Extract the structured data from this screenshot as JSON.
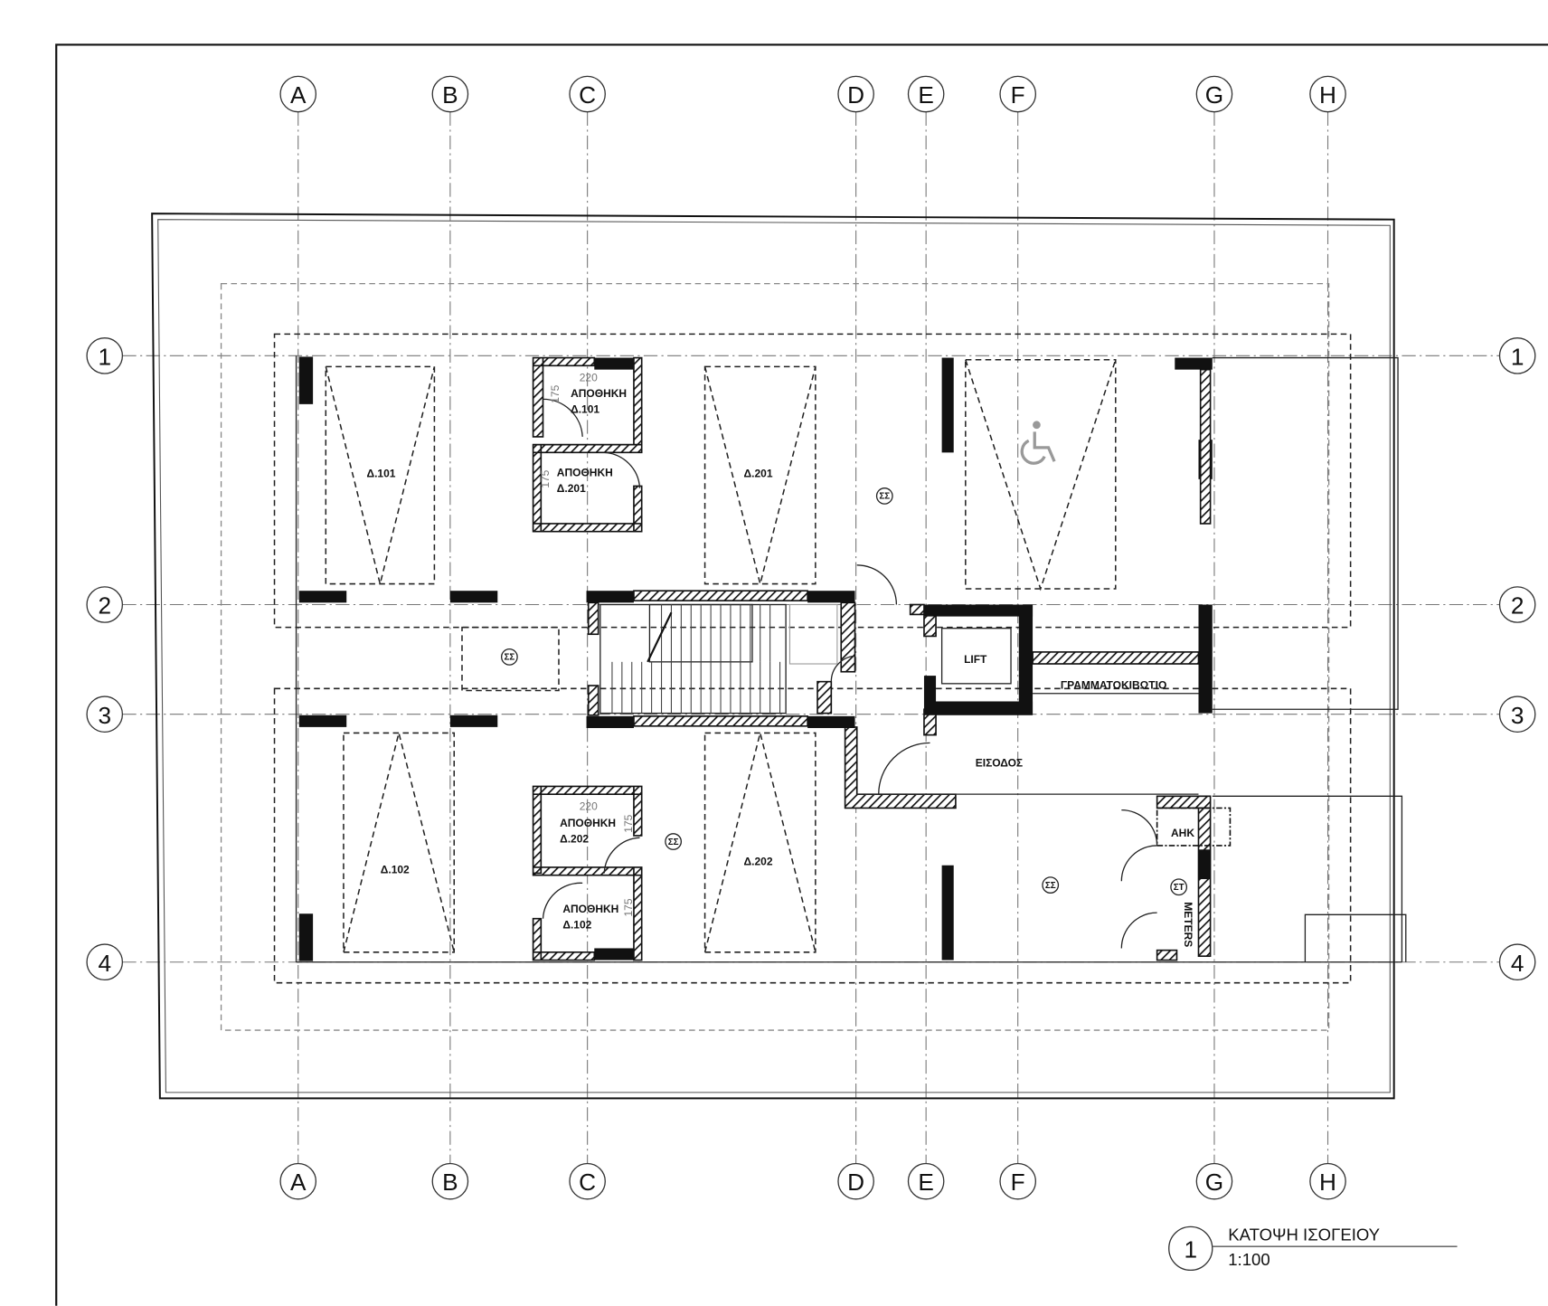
{
  "grid": {
    "columns": [
      "A",
      "B",
      "C",
      "D",
      "E",
      "F",
      "G",
      "H"
    ],
    "rows": [
      "1",
      "2",
      "3",
      "4"
    ]
  },
  "rooms": {
    "parking_101": "Δ.101",
    "parking_201": "Δ.201",
    "parking_102": "Δ.102",
    "parking_202": "Δ.202",
    "storage_word": "ΑΠΟΘΗΚΗ",
    "storage_101": "Δ.101",
    "storage_201": "Δ.201",
    "storage_202": "Δ.202",
    "storage_102": "Δ.102",
    "lift": "LIFT",
    "mailbox": "ΓΡΑΜΜΑΤΟΚΙΒΩΤΙΟ",
    "entrance": "ΕΙΣΟΔΟΣ",
    "electric": "ΑΗΚ",
    "meters": "METERS",
    "smoke_symbol": "ΣΣ",
    "st_symbol": "ΣΤ"
  },
  "dimensions": {
    "width": "220",
    "depth": "175"
  },
  "title_block": {
    "number": "1",
    "title": "ΚΑΤΟΨΗ ΙΣΟΓΕΙΟΥ",
    "scale": "1:100"
  }
}
